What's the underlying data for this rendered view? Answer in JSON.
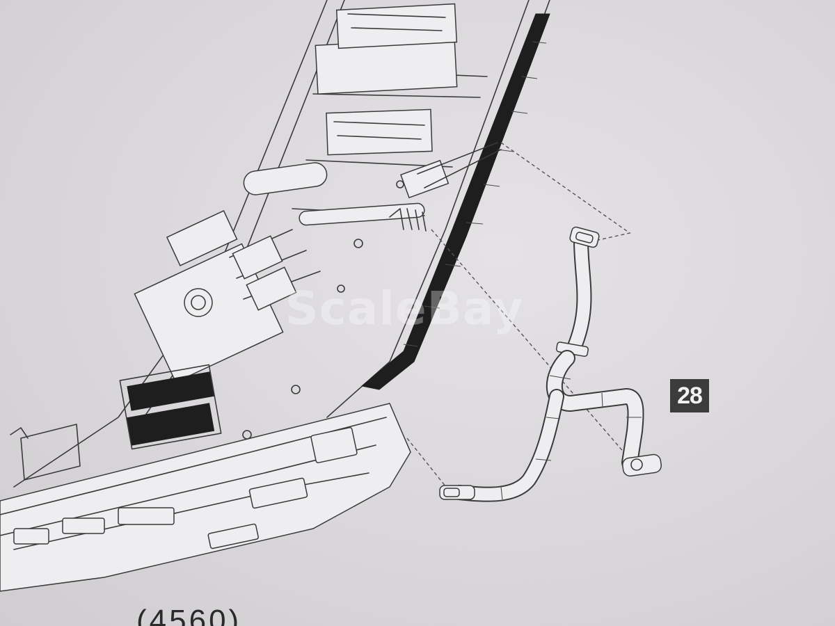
{
  "diagram": {
    "step_number": "28",
    "watermark": "ScaleBay",
    "bottom_text": "(4560)"
  },
  "colors": {
    "paper": "#dcdadd",
    "ink": "#3a3a3a",
    "badge": "#3c3c3c"
  }
}
